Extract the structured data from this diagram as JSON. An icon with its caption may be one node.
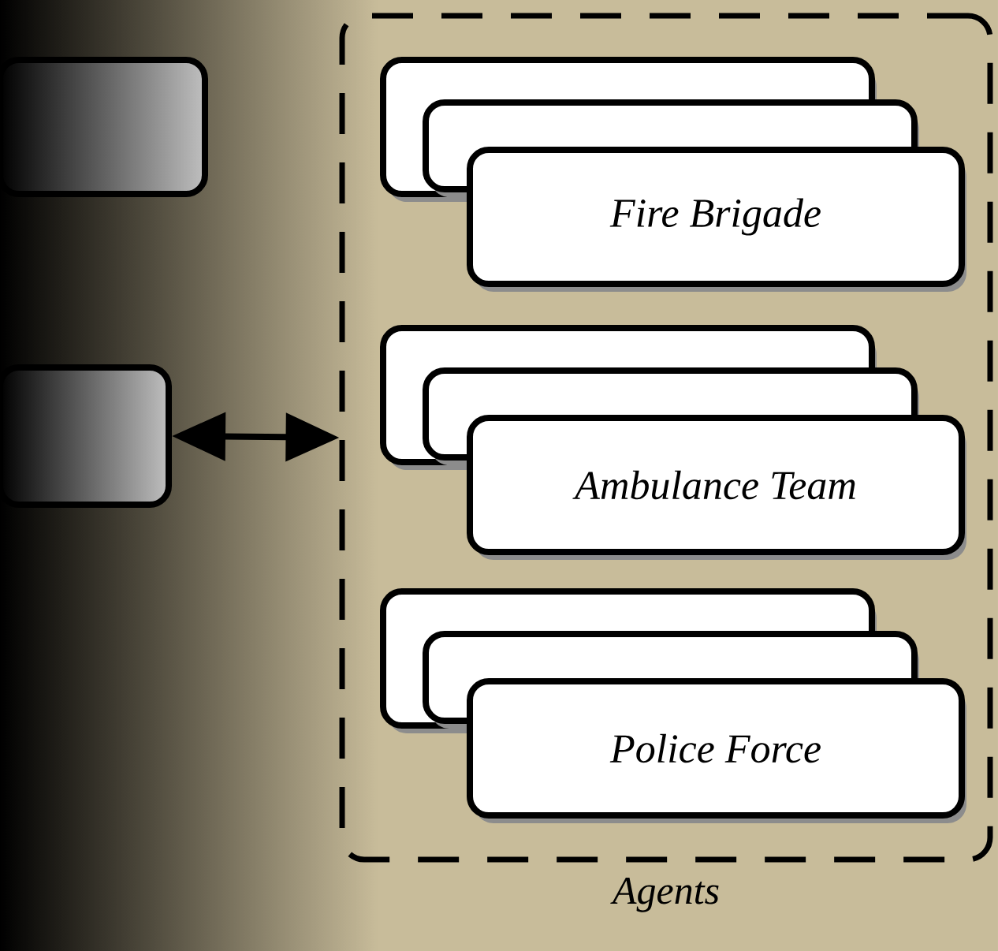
{
  "diagram": {
    "nodes": [
      {
        "text": [],
        "shape": "box"
      },
      {
        "text": [],
        "shape": "box"
      },
      {
        "text": [
          "Agents"
        ]
      },
      {
        "text": [],
        "shape": "box",
        "in": 2
      },
      {
        "text": [],
        "shape": "box",
        "in": 2
      },
      {
        "text": [
          "Fire Brigade"
        ],
        "in": 2
      },
      {
        "text": [],
        "shape": "box",
        "in": 2
      },
      {
        "text": [],
        "shape": "box",
        "in": 2
      },
      {
        "text": [
          "Ambulance Team"
        ],
        "in": 2
      },
      {
        "text": [],
        "shape": "box",
        "in": 2
      },
      {
        "text": [],
        "shape": "box",
        "in": 2
      },
      {
        "text": [
          "Police Force"
        ],
        "in": 2
      }
    ],
    "edges": [
      {
        "from": 1,
        "to": 2,
        "arrow": "both"
      }
    ]
  }
}
